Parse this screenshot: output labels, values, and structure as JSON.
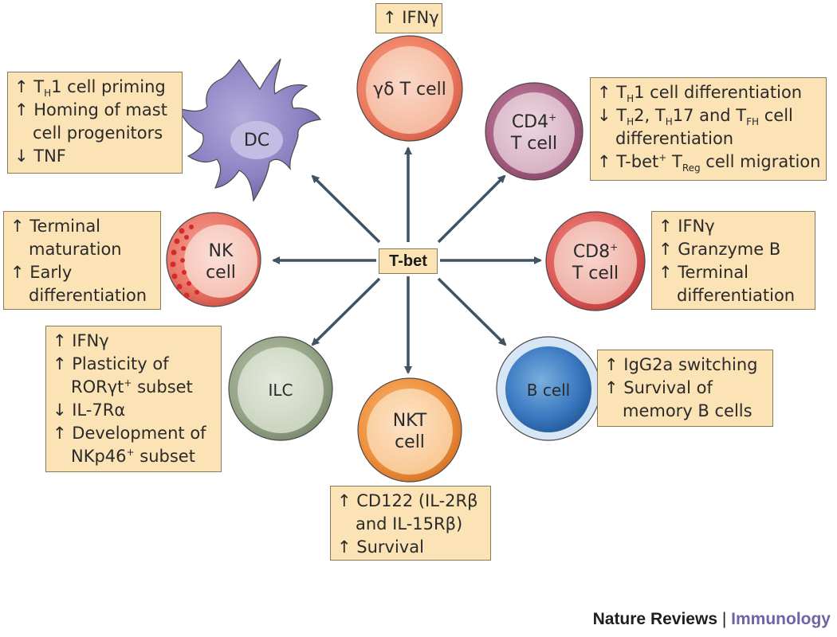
{
  "center_label": "T-bet",
  "cells": {
    "gd": {
      "label": "γδ T cell"
    },
    "cd4": {
      "line1": "CD4",
      "sup1": "+",
      "line2": "T cell"
    },
    "cd8": {
      "line1": "CD8",
      "sup1": "+",
      "line2": "T cell"
    },
    "b": {
      "label": "B cell"
    },
    "nkt": {
      "line1": "NKT",
      "line2": "cell"
    },
    "ilc": {
      "label": "ILC"
    },
    "nk": {
      "line1": "NK",
      "line2": "cell"
    },
    "dc": {
      "label": "DC"
    }
  },
  "boxes": {
    "gd": {
      "l1": "↑ IFNγ"
    },
    "dc": {
      "l1_a": "↑ T",
      "l1_sub": "H",
      "l1_b": "1 cell priming",
      "l2": "↑ Homing of mast",
      "l3": "cell progenitors",
      "l4": "↓ TNF"
    },
    "cd4": {
      "l1_a": "↑ T",
      "l1_sub": "H",
      "l1_b": "1 cell differentiation",
      "l2_a": "↓ T",
      "l2_sub1": "H",
      "l2_b": "2, T",
      "l2_sub2": "H",
      "l2_c": "17 and T",
      "l2_sub3": "FH",
      "l2_d": " cell",
      "l3": "differentiation",
      "l4_a": "↑ T-bet",
      "l4_sup": "+",
      "l4_b": " T",
      "l4_sub": "Reg",
      "l4_c": " cell migration"
    },
    "nk": {
      "l1": "↑ Terminal",
      "l2": "maturation",
      "l3": "↑ Early",
      "l4": "differentiation"
    },
    "cd8": {
      "l1": "↑ IFNγ",
      "l2": "↑ Granzyme B",
      "l3": "↑ Terminal",
      "l4": "differentiation"
    },
    "ilc": {
      "l1": "↑ IFNγ",
      "l2": "↑ Plasticity of",
      "l3_a": "RORγt",
      "l3_sup": "+",
      "l3_b": " subset",
      "l4": "↓ IL-7Rα",
      "l5": "↑ Development of",
      "l6_a": "NKp46",
      "l6_sup": "+",
      "l6_b": " subset"
    },
    "b": {
      "l1": "↑ IgG2a switching",
      "l2": "↑ Survival of",
      "l3": "memory B cells"
    },
    "nkt": {
      "l1": "↑ CD122 (IL-2Rβ",
      "l2": "and IL-15Rβ)",
      "l3": "↑ Survival"
    }
  },
  "credit": {
    "journal": "Nature Reviews",
    "separator": "|",
    "section": "Immunology"
  },
  "colors": {
    "arrow": "#3f5363",
    "box_fill": "#fbe3b6",
    "box_border": "#8a7a5c",
    "gd_cell": "#ef8466",
    "cd4_cell": "#b06b8a",
    "cd8_cell": "#e36a64",
    "b_cell": "#3f7ec6",
    "nkt_cell": "#f29a4a",
    "ilc_cell": "#9aa88a",
    "nk_cell": "#ec7d71",
    "dc_cell": "#8f86c4",
    "credit_section": "#6e63a8"
  }
}
